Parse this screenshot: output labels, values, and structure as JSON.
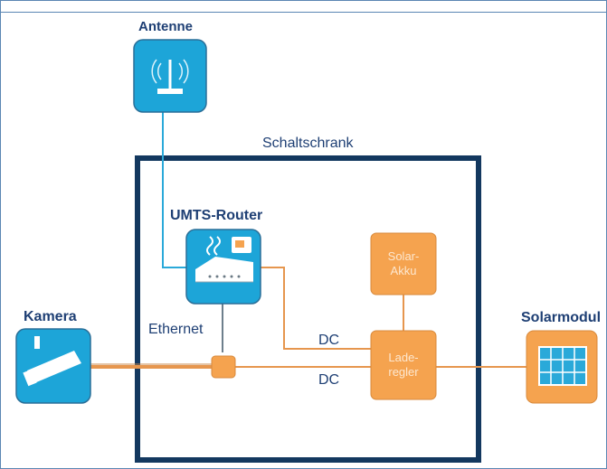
{
  "labels": {
    "antenne": "Antenne",
    "schaltschrank": "Schaltschrank",
    "router": "UMTS-Router",
    "kamera": "Kamera",
    "ethernet": "Ethernet",
    "solarmodul": "Solarmodul",
    "dc_upper": "DC",
    "dc_lower": "DC",
    "akku": "Solar-\nAkku",
    "laderegler": "Lade-\nregler"
  },
  "colors": {
    "device_blue": "#1da5d8",
    "device_orange": "#f5a34f",
    "cable_orange": "#e6964e",
    "cable_blue": "#2aa9d9",
    "cabinet_border": "#13385f",
    "text": "#1e3f74",
    "frame": "#5b86b3"
  },
  "icons": [
    "antenna-icon",
    "router-icon",
    "camera-icon",
    "solar-panel-icon"
  ]
}
